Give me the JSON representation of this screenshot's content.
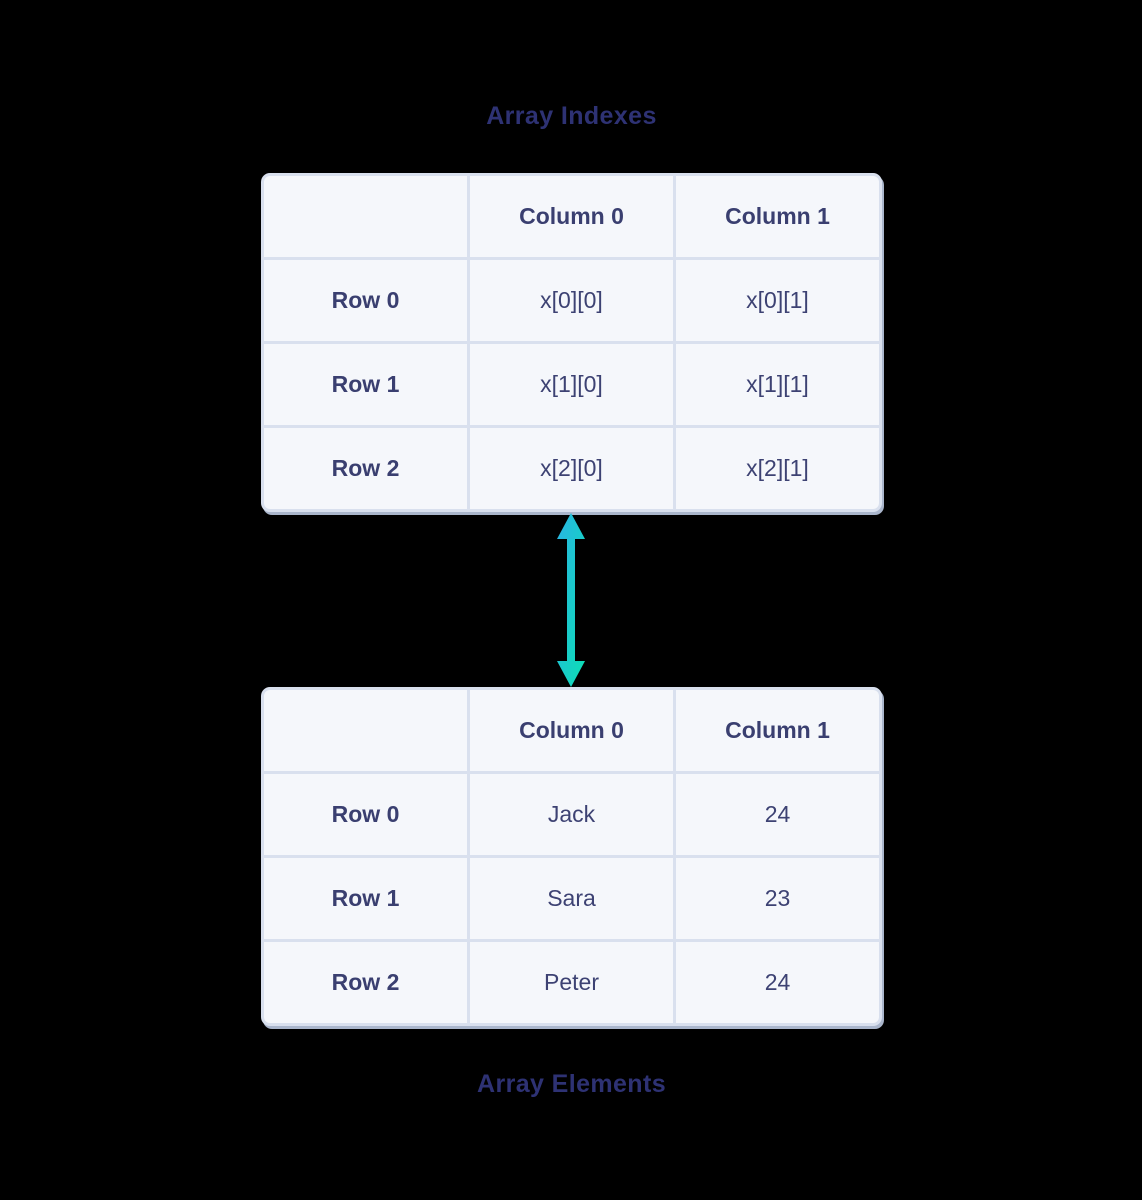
{
  "titles": {
    "top": "Array Indexes",
    "bottom": "Array Elements"
  },
  "index_table": {
    "headers": [
      "",
      "Column 0",
      "Column 1"
    ],
    "rows": [
      {
        "label": "Row 0",
        "cells": [
          "x[0][0]",
          "x[0][1]"
        ]
      },
      {
        "label": "Row 1",
        "cells": [
          "x[1][0]",
          "x[1][1]"
        ]
      },
      {
        "label": "Row 2",
        "cells": [
          "x[2][0]",
          "x[2][1]"
        ]
      }
    ]
  },
  "elements_table": {
    "headers": [
      "",
      "Column 0",
      "Column 1"
    ],
    "rows": [
      {
        "label": "Row 0",
        "cells": [
          "Jack",
          "24"
        ]
      },
      {
        "label": "Row 1",
        "cells": [
          "Sara",
          "23"
        ]
      },
      {
        "label": "Row 2",
        "cells": [
          "Peter",
          "24"
        ]
      }
    ]
  },
  "colors": {
    "background": "#000000",
    "title_text": "#2e3274",
    "cell_text": "#3d4273",
    "cell_background": "#f5f7fb",
    "grid_line": "#d9e0ee",
    "arrow_gradient_start": "#2ab4e4",
    "arrow_gradient_end": "#0bdfb4"
  }
}
